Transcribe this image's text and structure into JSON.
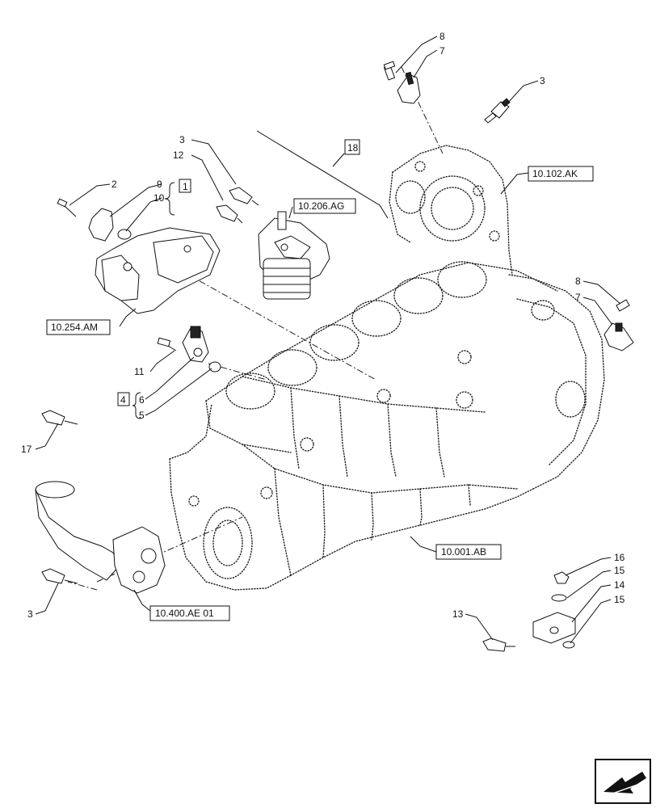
{
  "callouts": {
    "c1": "1",
    "c2": "2",
    "c3a": "3",
    "c3b": "3",
    "c3c": "3",
    "c4": "4",
    "c5": "5",
    "c6": "6",
    "c7a": "7",
    "c7b": "7",
    "c8a": "8",
    "c8b": "8",
    "c9": "9",
    "c10": "10",
    "c11": "11",
    "c12": "12",
    "c13": "13",
    "c14": "14",
    "c15a": "15",
    "c15b": "15",
    "c16": "16",
    "c17": "17",
    "c18": "18"
  },
  "refs": {
    "r1": "10.102.AK",
    "r2": "10.206.AG",
    "r3": "10.254.AM",
    "r4": "10.001.AB",
    "r5": "10.400.AE 01"
  },
  "icons": {
    "nav": "arrow-icon"
  }
}
